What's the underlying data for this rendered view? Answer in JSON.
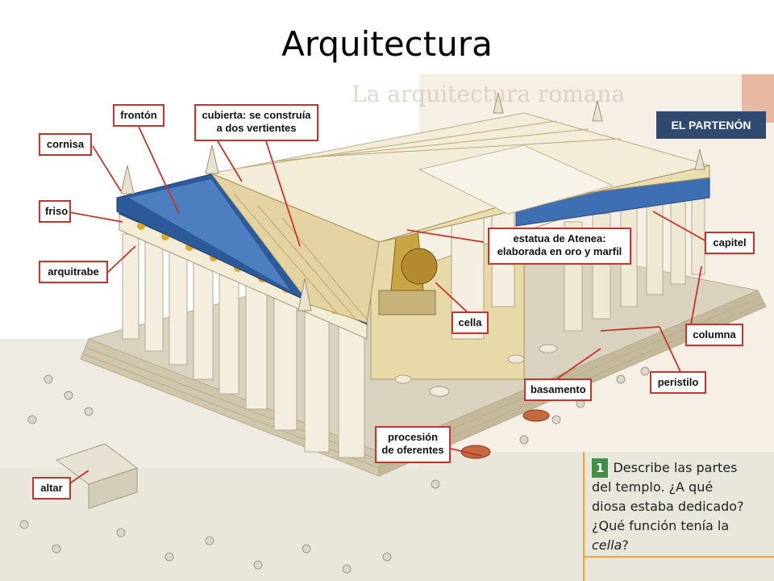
{
  "slide": {
    "title": "Arquitectura"
  },
  "badge": {
    "text": "EL PARTENÓN"
  },
  "labels": {
    "fronton": "frontón",
    "cubierta": "cubierta: se construía\na dos vertientes",
    "cornisa": "cornisa",
    "friso": "friso",
    "arquitrabe": "arquitrabe",
    "estatua": "estatua de Atenea:\nelaborada en oro y marfil",
    "capitel": "capitel",
    "cella": "cella",
    "columna": "columna",
    "peristilo": "peristilo",
    "basamento": "basamento",
    "procesion": "procesión\nde oferentes",
    "altar": "altar"
  },
  "question": {
    "number": "1",
    "text_part1": "Describe las partes del templo. ¿A qué diosa estaba dedicado? ¿Qué función tenía la ",
    "text_italic": "cella",
    "text_part2": "?"
  },
  "background_heading": "La arquitectura romana",
  "colors": {
    "label_border": "#c8342a",
    "leader_line": "#c8342a",
    "badge_bg": "#2f4a6e",
    "question_badge": "#3f8f4a",
    "roof": "#e4d3a0",
    "marble": "#f1ead8",
    "frieze": "#3f6fb3",
    "ground": "#e9e6dc"
  }
}
